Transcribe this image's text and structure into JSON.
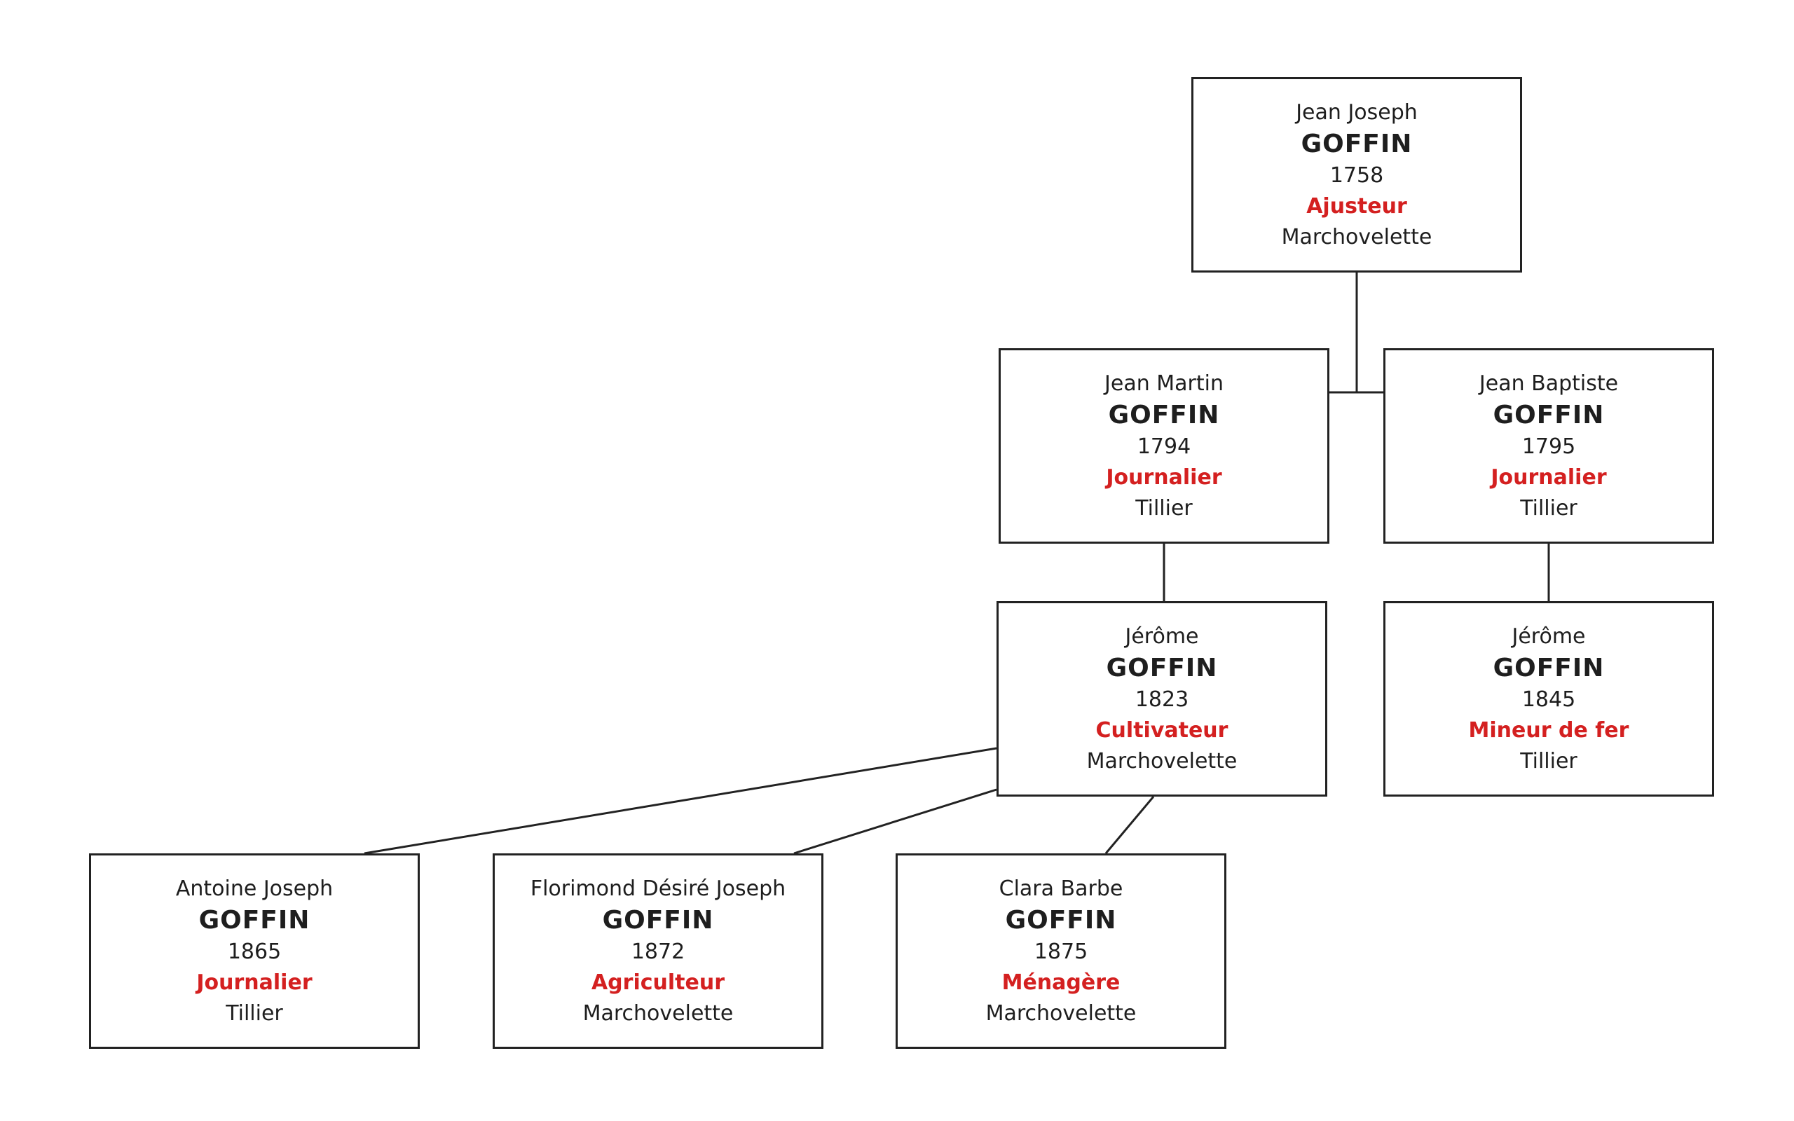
{
  "colors": {
    "border": "#222222",
    "text": "#1e1e1e",
    "occupation": "#d42020"
  },
  "people": {
    "jean_joseph": {
      "given": "Jean Joseph",
      "surname": "GOFFIN",
      "year": "1758",
      "occupation": "Ajusteur",
      "place": "Marchovelette"
    },
    "jean_martin": {
      "given": "Jean Martin",
      "surname": "GOFFIN",
      "year": "1794",
      "occupation": "Journalier",
      "place": "Tillier"
    },
    "jean_baptiste": {
      "given": "Jean Baptiste",
      "surname": "GOFFIN",
      "year": "1795",
      "occupation": "Journalier",
      "place": "Tillier"
    },
    "jerome_1823": {
      "given": "Jérôme",
      "surname": "GOFFIN",
      "year": "1823",
      "occupation": "Cultivateur",
      "place": "Marchovelette"
    },
    "jerome_1845": {
      "given": "Jérôme",
      "surname": "GOFFIN",
      "year": "1845",
      "occupation": "Mineur de fer",
      "place": "Tillier"
    },
    "antoine_joseph": {
      "given": "Antoine Joseph",
      "surname": "GOFFIN",
      "year": "1865",
      "occupation": "Journalier",
      "place": "Tillier"
    },
    "florimond": {
      "given": "Florimond Désiré Joseph",
      "surname": "GOFFIN",
      "year": "1872",
      "occupation": "Agriculteur",
      "place": "Marchovelette"
    },
    "clara_barbe": {
      "given": "Clara Barbe",
      "surname": "GOFFIN",
      "year": "1875",
      "occupation": "Ménagère",
      "place": "Marchovelette"
    }
  }
}
